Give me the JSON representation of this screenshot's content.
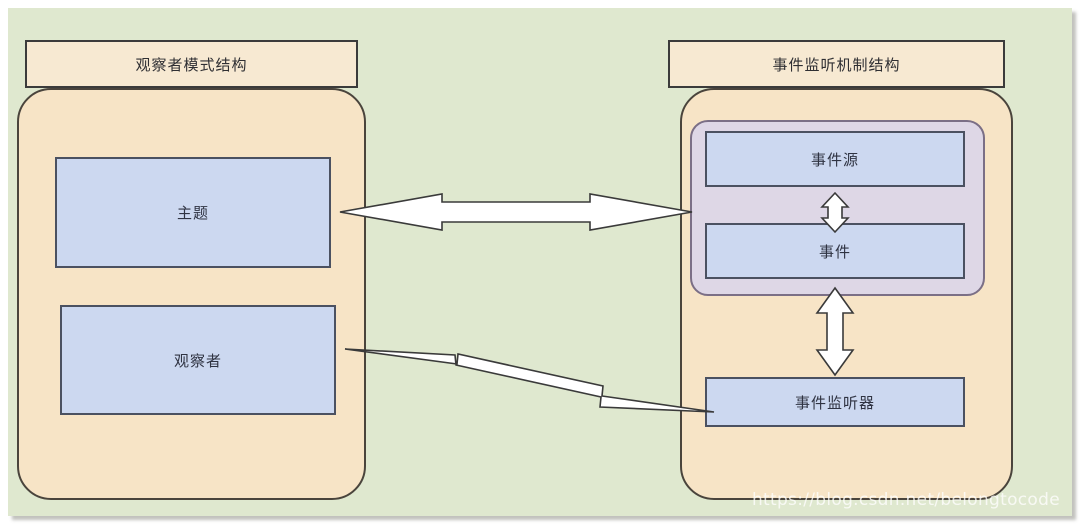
{
  "diagram": {
    "background_color": "#dfe8cf",
    "panel_color": "#f7e4c6",
    "node_color": "#ccd8f0",
    "group_color": "#ded7e6",
    "left": {
      "title": "观察者模式结构",
      "nodes": [
        {
          "label": "主题"
        },
        {
          "label": "观察者"
        }
      ]
    },
    "right": {
      "title": "事件监听机制结构",
      "group_nodes": [
        {
          "label": "事件源"
        },
        {
          "label": "事件"
        }
      ],
      "nodes": [
        {
          "label": "事件监听器"
        }
      ]
    },
    "connectors": [
      {
        "name": "subject-to-event-group",
        "style": "double-headed-horizontal"
      },
      {
        "name": "observer-to-listener",
        "style": "double-headed-diagonal"
      },
      {
        "name": "source-to-event",
        "style": "double-headed-vertical-small"
      },
      {
        "name": "event-group-to-listener",
        "style": "double-headed-vertical"
      }
    ]
  },
  "watermark": {
    "text": "https://blog.csdn.net/belongtocode"
  }
}
